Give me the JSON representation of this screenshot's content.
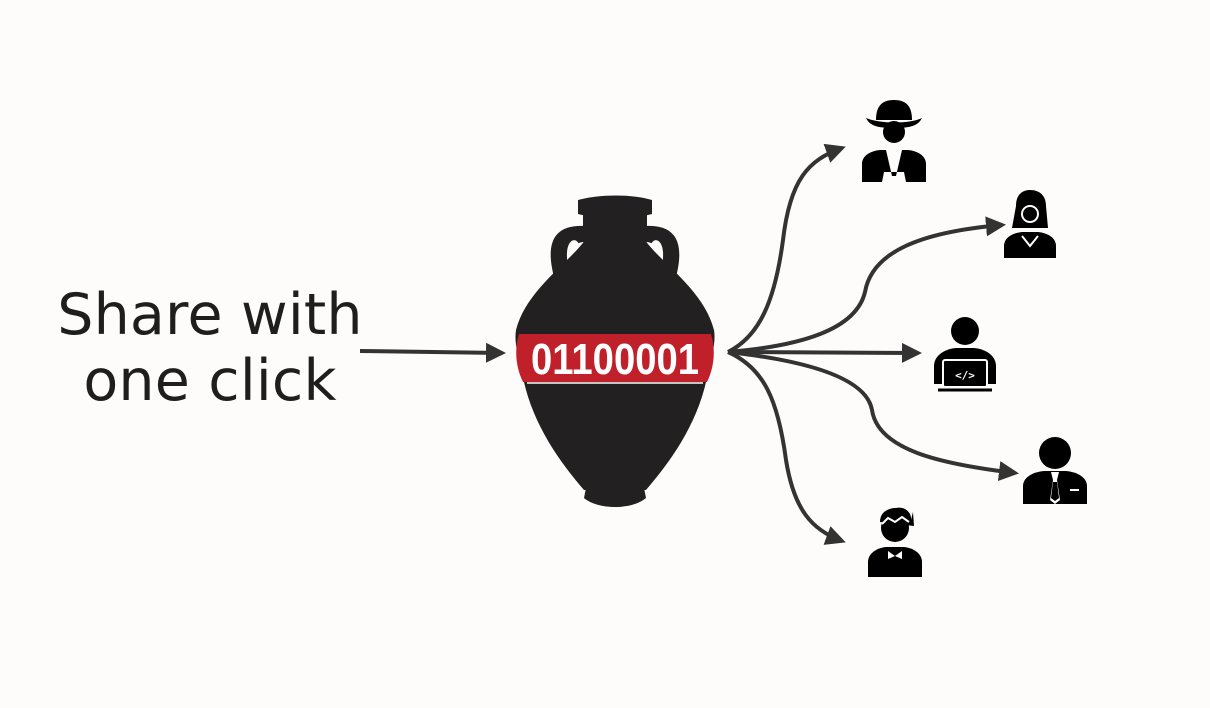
{
  "caption": {
    "line1": "Share with",
    "line2": "one click"
  },
  "vase": {
    "binary_label": "01100001"
  },
  "recipients": [
    "detective",
    "woman",
    "developer",
    "businessman",
    "young-man"
  ],
  "colors": {
    "background": "#fdfcfb",
    "vase": "#222021",
    "band": "#c0202a",
    "arrow": "#333333",
    "icon": "#000000"
  }
}
